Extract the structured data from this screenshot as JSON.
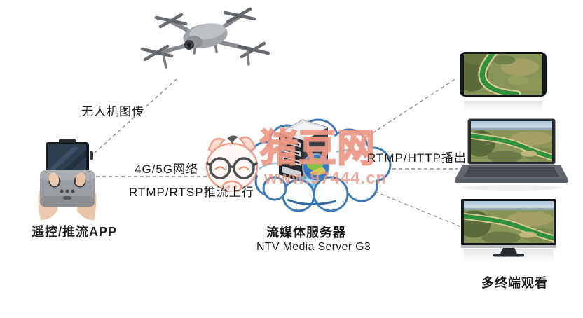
{
  "labels": {
    "drone_link": "无人机图传",
    "network": "4G/5G网络",
    "uplink": "RTMP/RTSP推流上行",
    "controller": "遥控/推流APP",
    "server_title": "流媒体服务器",
    "server_subtitle": "NTV Media Server G3",
    "playout": "RTMP/HTTP播出",
    "viewers": "多终端观看"
  },
  "watermark": {
    "brand": "猪豆网",
    "site": "www.97444.cn"
  },
  "icons": {
    "drone-image": "quadcopter-drone",
    "controller-image": "remote-controller-with-phone-in-hands",
    "server-cloud-image": "tower-server-on-cloud-with-globe",
    "phone-image": "smartphone-landscape-video",
    "laptop-image": "laptop-video",
    "tv-image": "television-video",
    "pig-mascot-icon": "pig-face-with-glasses"
  },
  "colors": {
    "background": "#ffffff",
    "text": "#1c1c1c",
    "dash_line": "#8c8c8c",
    "cloud_blue": "#3f7ab3",
    "river_green": "#2f9140",
    "watermark_pink": "#ee9a82"
  }
}
